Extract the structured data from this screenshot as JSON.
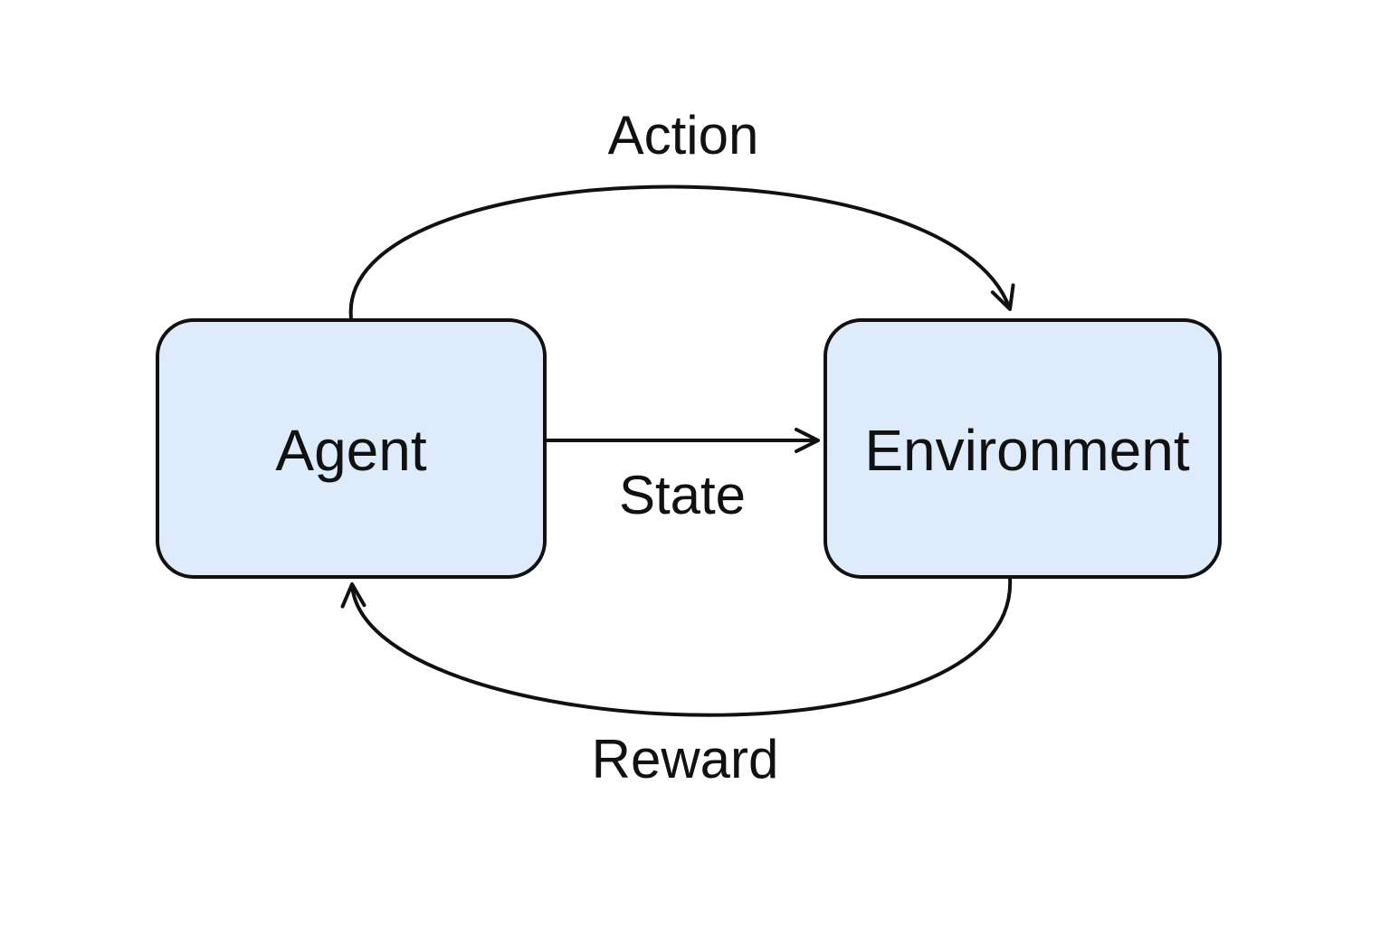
{
  "nodes": {
    "agent": {
      "label": "Agent"
    },
    "environment": {
      "label": "Environment"
    }
  },
  "edges": {
    "action": {
      "label": "Action",
      "from": "Agent",
      "to": "Environment"
    },
    "state": {
      "label": "State",
      "from": "Agent",
      "to": "Environment"
    },
    "reward": {
      "label": "Reward",
      "from": "Environment",
      "to": "Agent"
    }
  },
  "colors": {
    "node_fill": "#deebfb",
    "stroke": "#111111",
    "background": "#ffffff"
  }
}
